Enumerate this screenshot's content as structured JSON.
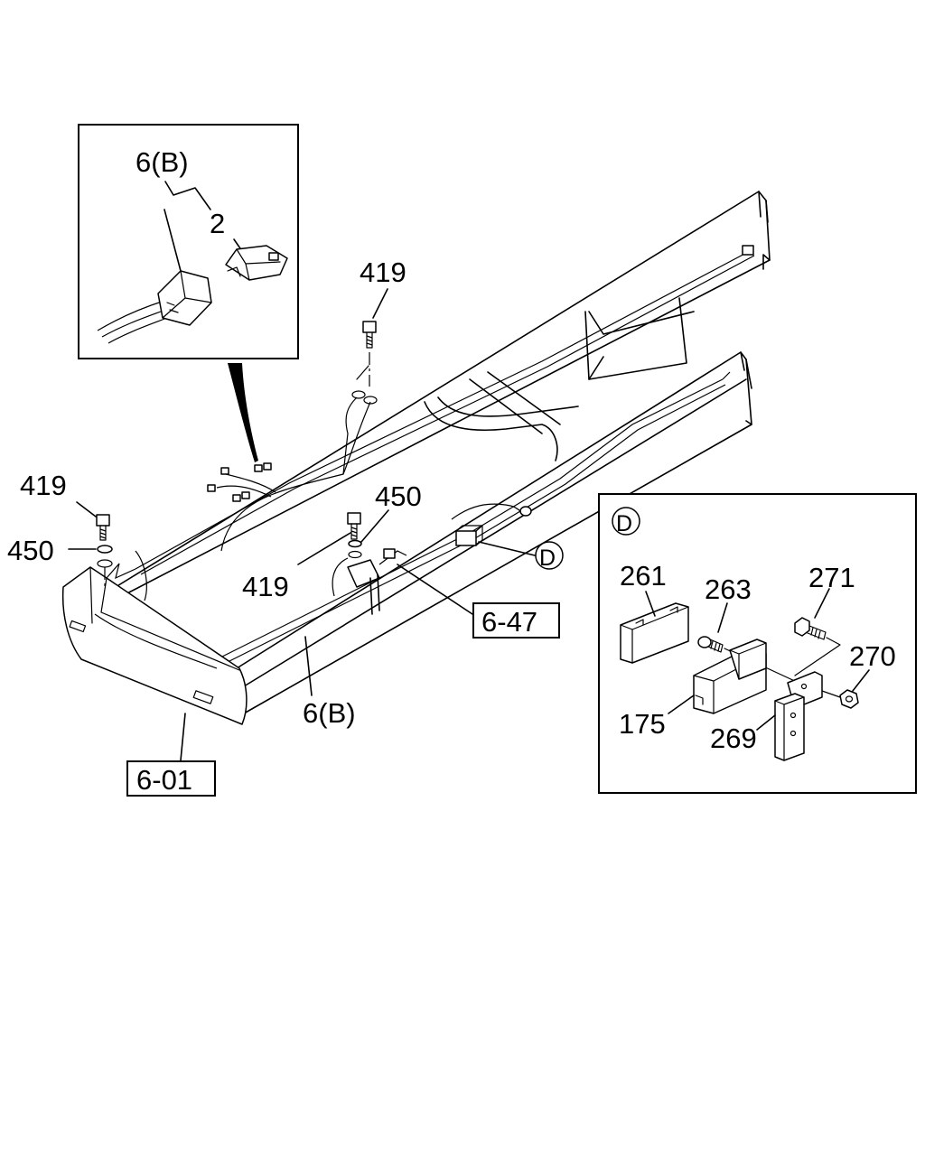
{
  "inset_connector": {
    "label_harness": "6(B)",
    "label_connector": "2"
  },
  "main_view": {
    "labels": {
      "bolt_top": "419",
      "bolt_left": "419",
      "washer_left": "450",
      "washer_mid": "450",
      "bolt_mid": "419",
      "harness": "6(B)",
      "detail_ref": "D"
    },
    "ref_boxes": {
      "bumper": "6-01",
      "frame": "6-47"
    }
  },
  "detail_d": {
    "title": "D",
    "parts": {
      "cover": "261",
      "screw": "263",
      "bolt": "271",
      "nut": "270",
      "lamp_body": "175",
      "bracket": "269"
    }
  }
}
